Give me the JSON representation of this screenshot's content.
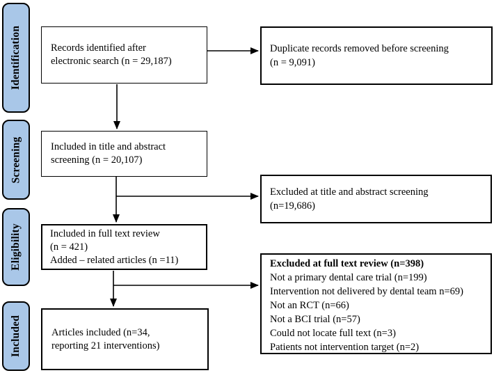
{
  "diagram": {
    "colors": {
      "stage_fill": "#A9C7E8",
      "line": "#000000",
      "background": "#FFFFFF"
    },
    "stages": [
      {
        "label": "Identification"
      },
      {
        "label": "Screening"
      },
      {
        "label": "Eligibility"
      },
      {
        "label": "Included"
      }
    ],
    "boxes": {
      "records_identified": {
        "lines": [
          "Records identified after",
          "electronic search (n = 29,187)"
        ]
      },
      "duplicates_removed": {
        "lines": [
          "Duplicate records removed before screening",
          "(n = 9,091)"
        ]
      },
      "title_abstract_screening": {
        "lines": [
          "Included in title and abstract",
          "screening (n = 20,107)"
        ]
      },
      "excluded_title_abstract": {
        "lines": [
          "Excluded at title and abstract screening",
          "(n=19,686)"
        ]
      },
      "full_text_review": {
        "lines": [
          "Included in full text review",
          "(n = 421)",
          "Added – related articles (n =11)"
        ]
      },
      "excluded_full_text": {
        "title": "Excluded at full text review (n=398)",
        "reasons": [
          "Not a primary dental care trial (n=199)",
          "Intervention not delivered by dental team n=69)",
          "Not an RCT (n=66)",
          "Not a BCI trial (n=57)",
          "Could not locate full text (n=3)",
          "Patients not intervention target (n=2)"
        ]
      },
      "articles_included": {
        "lines": [
          "Articles included (n=34,",
          "reporting 21 interventions)"
        ]
      }
    }
  }
}
